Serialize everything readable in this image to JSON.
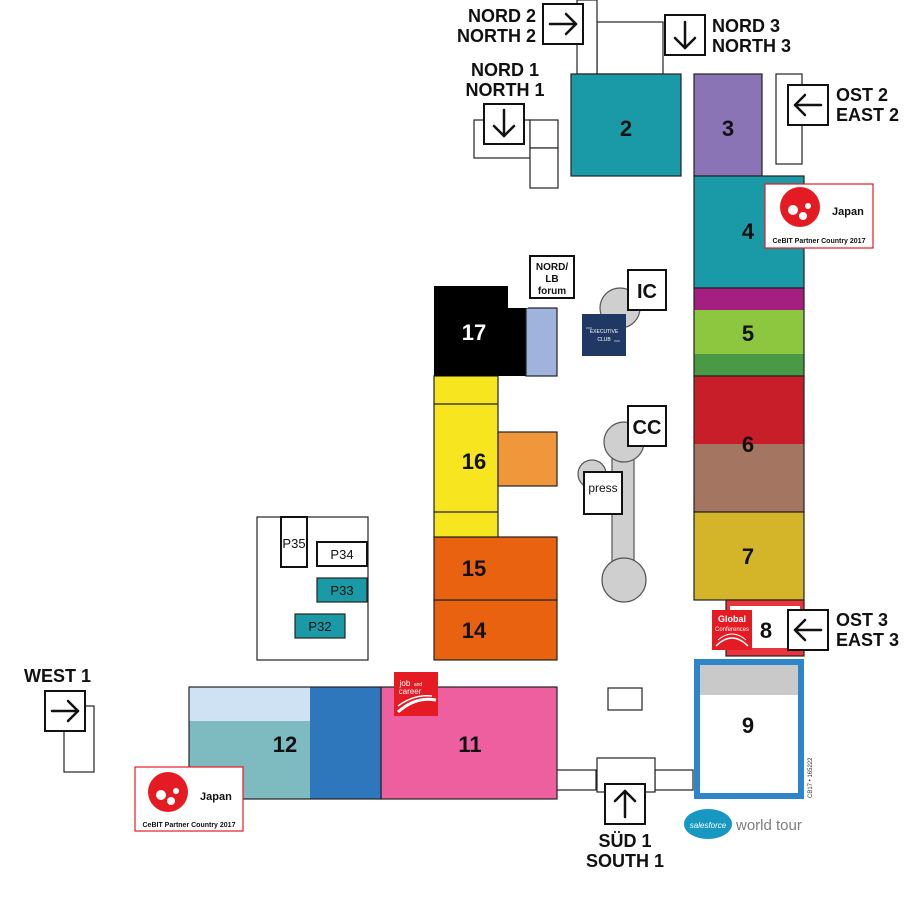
{
  "halls": {
    "h2": "2",
    "h3": "3",
    "h4": "4",
    "h5": "5",
    "h6": "6",
    "h7": "7",
    "h8": "8",
    "h9": "9",
    "h11": "11",
    "h12": "12",
    "h14": "14",
    "h15": "15",
    "h16": "16",
    "h17": "17"
  },
  "pavilions": {
    "p32": "P32",
    "p33": "P33",
    "p34": "P34",
    "p35": "P35"
  },
  "venues": {
    "ic": "IC",
    "cc": "CC",
    "press": "press",
    "nordlb_line1": "NORD/",
    "nordlb_line2": "LB",
    "nordlb_line3": "forum",
    "executive_line1": "EXECUTIVE",
    "executive_line2": "CLUB"
  },
  "entrances": {
    "nord1": {
      "de": "NORD 1",
      "en": "NORTH 1"
    },
    "nord2": {
      "de": "NORD 2",
      "en": "NORTH 2"
    },
    "nord3": {
      "de": "NORD 3",
      "en": "NORTH 3"
    },
    "ost2": {
      "de": "OST 2",
      "en": "EAST 2"
    },
    "ost3": {
      "de": "OST 3",
      "en": "EAST 3"
    },
    "west1": {
      "de": "WEST 1"
    },
    "sued1": {
      "de": "SÜD 1",
      "en": "SOUTH 1"
    }
  },
  "badges": {
    "japan_top": {
      "country": "Japan",
      "tagline": "CeBIT Partner Country 2017"
    },
    "japan_bottom": {
      "country": "Japan",
      "tagline": "CeBIT Partner Country 2017"
    },
    "global_conferences_line1": "Global",
    "global_conferences_line2": "Conferences",
    "job_career_line1": "job",
    "job_career_line2": "and",
    "job_career_line3": "career",
    "salesforce_logo": "salesforce",
    "salesforce_tail": "world tour",
    "code": "CB17 • 165222"
  },
  "colors": {
    "hall2": "#1a9aa6",
    "hall3": "#8a74b5",
    "hall4": "#1a9aa6",
    "hall5_top": "#a41f7f",
    "hall5_mid": "#8dc63f",
    "hall5_bottom": "#4a9a45",
    "hall6_top": "#c81e2a",
    "hall6_bottom": "#a47662",
    "hall7": "#d4b52a",
    "hall8": "#e8343b",
    "hall9_frame": "#2d86c9",
    "hall11": "#ee5f9f",
    "hall12_teal": "#7ebbc1",
    "hall12_light": "#cfe2f3",
    "hall12_blue": "#2f77bc",
    "hall14": "#e86210",
    "hall15": "#e86210",
    "hall16": "#f7e51f",
    "hall16_annex": "#f0973b",
    "hall17": "#000000",
    "hall17_annex": "#9fb3dd",
    "teal_pavilion": "#1a9aa6",
    "japan_red": "#e51b23",
    "executive_navy": "#1f3864",
    "salesforce_blue": "#1798c1"
  }
}
